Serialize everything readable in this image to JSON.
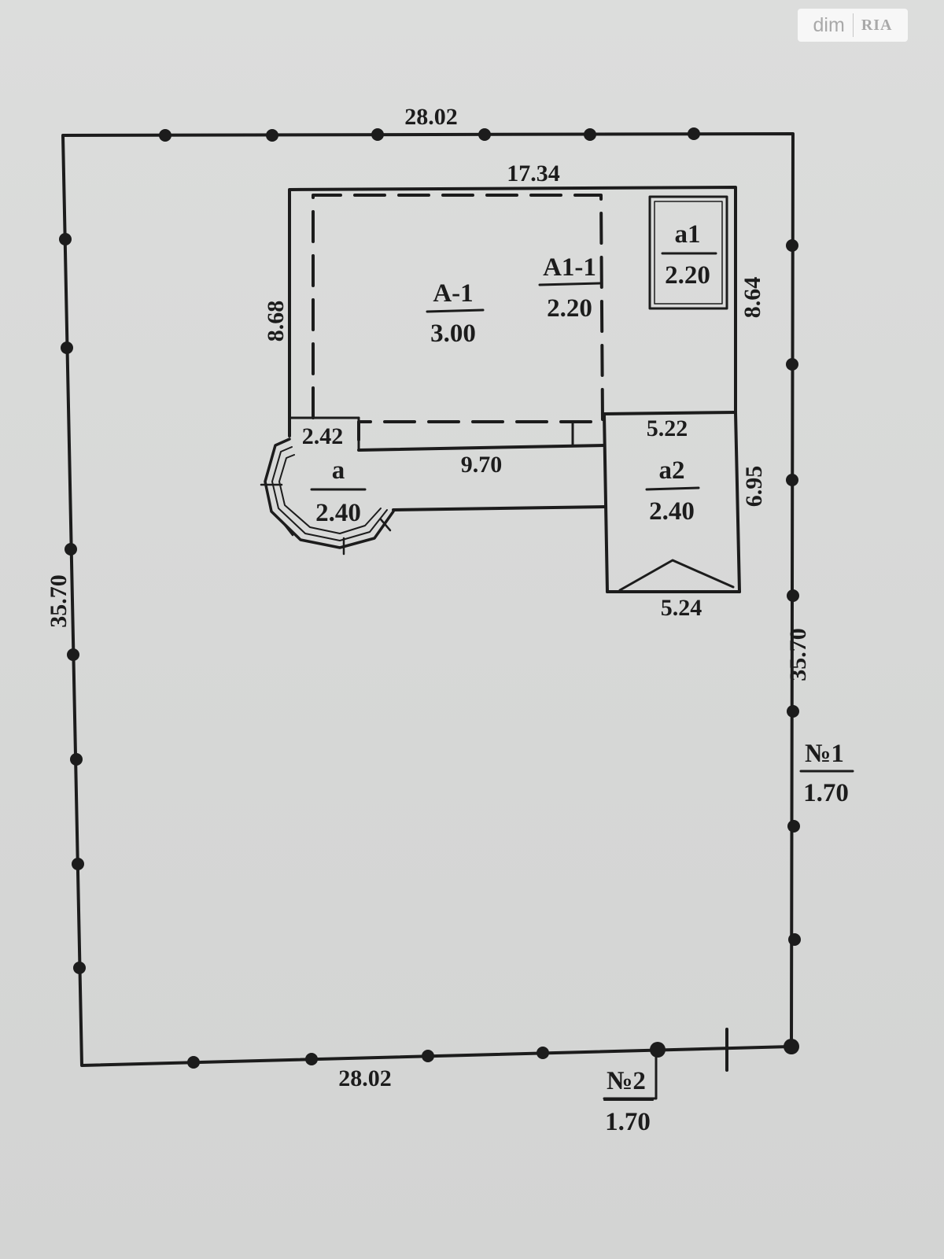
{
  "watermark": {
    "dim": "dim",
    "ria": "RIA"
  },
  "plot": {
    "top": "28.02",
    "bottom": "28.02",
    "left": "35.70",
    "right": "35.70"
  },
  "house": {
    "top": "17.34",
    "left": "8.68",
    "right": "8.64"
  },
  "rooms": {
    "a_main": {
      "name": "А-1",
      "height": "3.00"
    },
    "a1_1": {
      "name": "А1-1",
      "height": "2.20"
    },
    "a1": {
      "name": "а1",
      "height": "2.20"
    },
    "a": {
      "name": "а",
      "height": "2.40"
    },
    "a2": {
      "name": "а2",
      "height": "2.40"
    }
  },
  "dims": {
    "porch_width": "2.42",
    "passage_length": "9.70",
    "a2_top": "5.22",
    "a2_bottom": "5.24",
    "a2_side": "6.95"
  },
  "markers": {
    "n1": {
      "num": "№1",
      "val": "1.70"
    },
    "n2": {
      "num": "№2",
      "val": "1.70"
    }
  },
  "colors": {
    "ink": "#1c1c1c",
    "paper": "#d9dad9"
  }
}
